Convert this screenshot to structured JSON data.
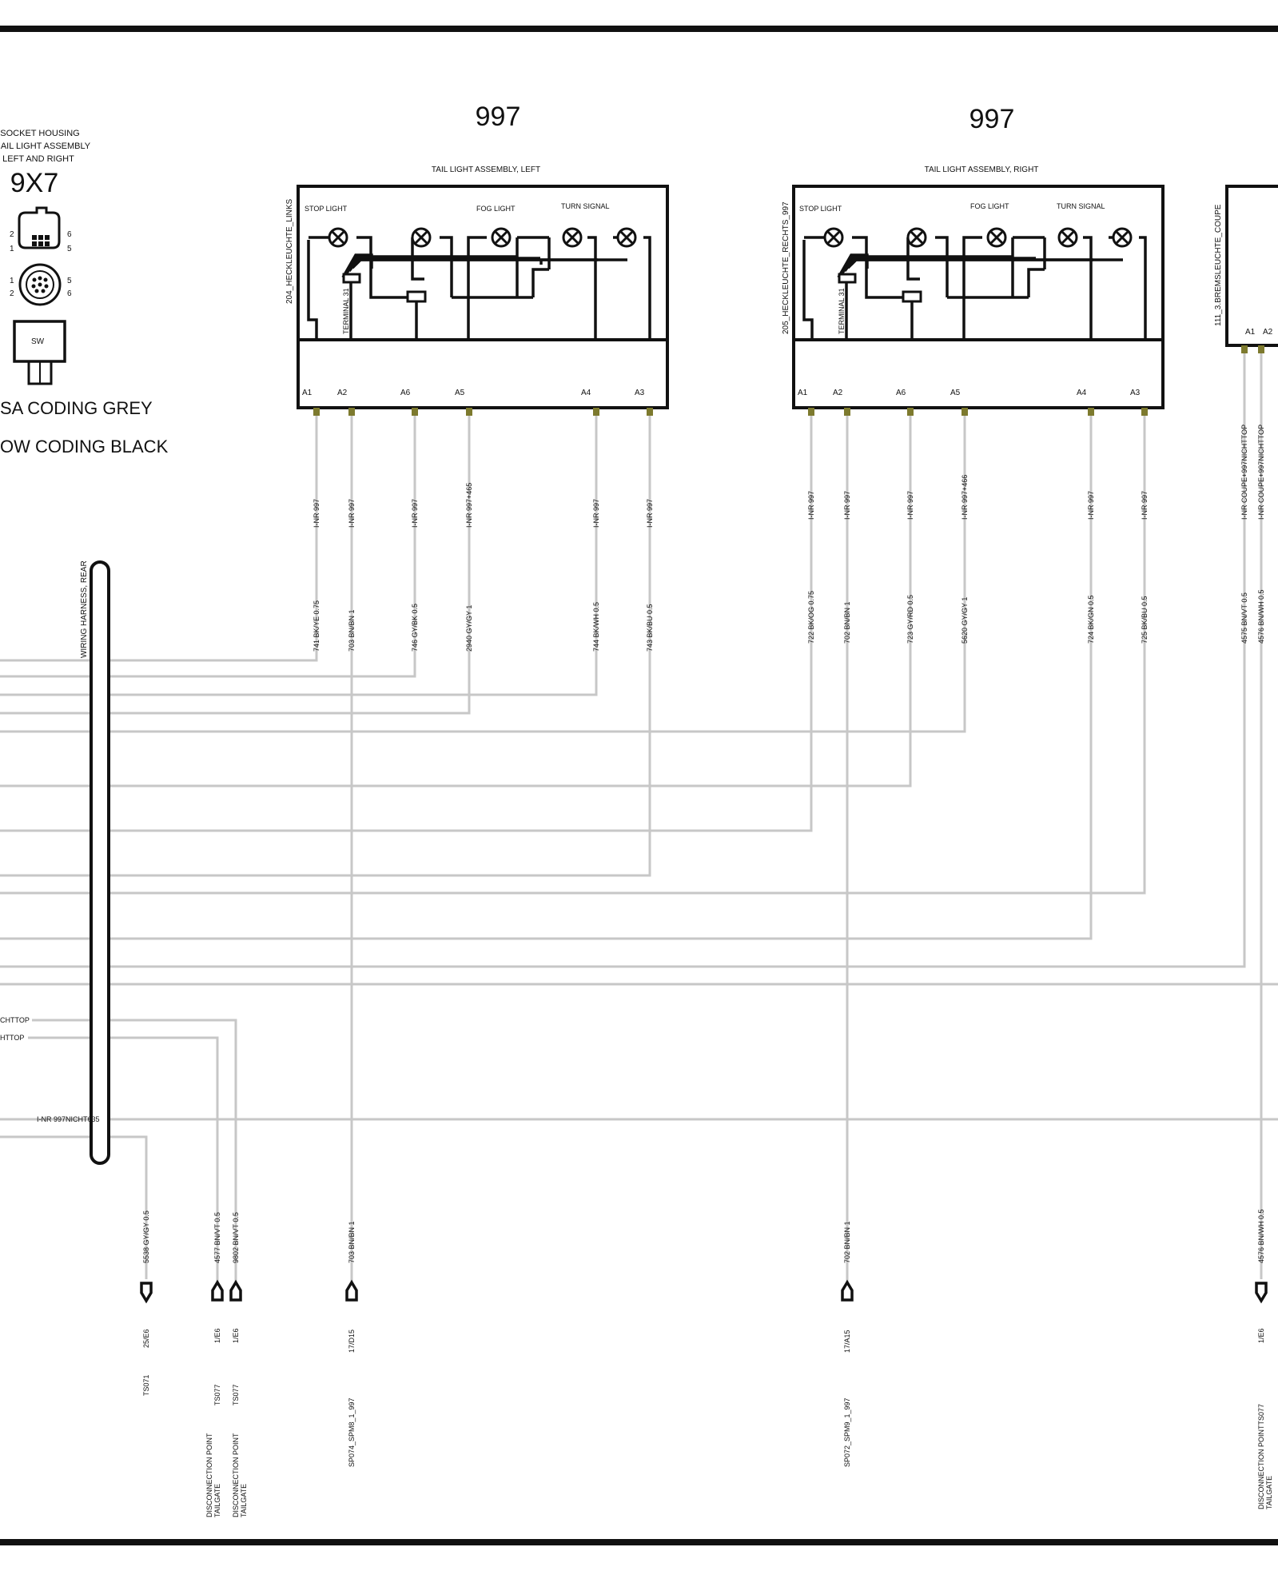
{
  "legend": {
    "housing_title": [
      "SOCKET HOUSING",
      "AIL LIGHT ASSEMBLY",
      "LEFT AND RIGHT"
    ],
    "connector_code": "9X7",
    "coding_grey": "SA CODING GREY",
    "coding_black": "OW CODING BLACK",
    "switch_label": "SW",
    "pins": [
      "2",
      "1",
      "1",
      "2",
      "6",
      "5",
      "5",
      "6"
    ]
  },
  "harness": {
    "label": "WIRING HARNESS, REAR"
  },
  "components": [
    {
      "model": "997",
      "title": "TAIL LIGHT ASSEMBLY, LEFT",
      "side_id": "204_HECKLEUCHTE_LINKS",
      "stop": "STOP LIGHT",
      "fog": "FOG LIGHT",
      "turn": "TURN SIGNAL",
      "terminal": "TERMINAL 31",
      "pins": [
        "A1",
        "A2",
        "A6",
        "A5",
        "A4",
        "A3"
      ],
      "options": [
        "I-NR 997",
        "I-NR 997",
        "I-NR 997",
        "I-NR 997+465",
        "I-NR 997",
        "I-NR 997"
      ],
      "wires": [
        "741 BK/YE 0.75",
        "703 BN/BN 1",
        "746 GY/BK 0.5",
        "2940 GY/GY 1",
        "744 BK/WH 0.5",
        "743 BK/BU 0.5"
      ]
    },
    {
      "model": "997",
      "title": "TAIL LIGHT ASSEMBLY, RIGHT",
      "side_id": "205_HECKLEUCHTE_RECHTS_997",
      "stop": "STOP LIGHT",
      "fog": "FOG LIGHT",
      "turn": "TURN SIGNAL",
      "terminal": "TERMINAL 31",
      "pins": [
        "A1",
        "A2",
        "A6",
        "A5",
        "A4",
        "A3"
      ],
      "options": [
        "I-NR 997",
        "I-NR 997",
        "I-NR 997",
        "I-NR 997+466",
        "I-NR 997",
        "I-NR 997"
      ],
      "wires": [
        "722 BK/OG 0.75",
        "702 BN/BN 1",
        "723 GY/RD 0.5",
        "5620 GY/GY 1",
        "724 BK/GN 0.5",
        "725 BK/BU 0.5"
      ]
    }
  ],
  "brake": {
    "side_id": "111_3.BREMSLEUCHTE_COUPE",
    "pins": [
      "A1",
      "A2"
    ],
    "options": [
      "I-NR COUPE+997NICHTTOP",
      "I-NR COUPE+997NICHTTOP"
    ],
    "wires": [
      "4575 BN/VT 0.5",
      "4576 BN/WH 0.5"
    ]
  },
  "left_fragments": [
    "CHTTOP",
    "HTTOP"
  ],
  "harness_option": "I-NR 997NICHT635",
  "terminals": [
    {
      "wire": "5538 GY/GY 0.5",
      "ref": "25/E6",
      "id": "TS071",
      "desc": [],
      "dir": "down"
    },
    {
      "wire": "4577 BN/VT 0.5",
      "ref": "1/E6",
      "id": "TS077",
      "desc": [
        "DISCONNECTION POINT",
        "TAILGATE"
      ],
      "dir": "up"
    },
    {
      "wire": "9802 BN/VT 0.5",
      "ref": "1/E6",
      "id": "TS077",
      "desc": [
        "DISCONNECTION POINT",
        "TAILGATE"
      ],
      "dir": "up"
    },
    {
      "wire": "703 BN/BN 1",
      "ref": "17/D15",
      "id": "SP074_SPM8_1_997",
      "desc": [],
      "dir": "up"
    },
    {
      "wire": "702 BN/BN 1",
      "ref": "17/A15",
      "id": "SP072_SPM9_1_997",
      "desc": [],
      "dir": "up"
    },
    {
      "wire": "4576 BN/WH 0.5",
      "ref": "1/E6",
      "id": "TS077",
      "desc": [
        "DISCONNECTION POINT",
        "TAILGATE"
      ],
      "dir": "down",
      "combined": "DISCONNECTION POINTTS077"
    }
  ]
}
